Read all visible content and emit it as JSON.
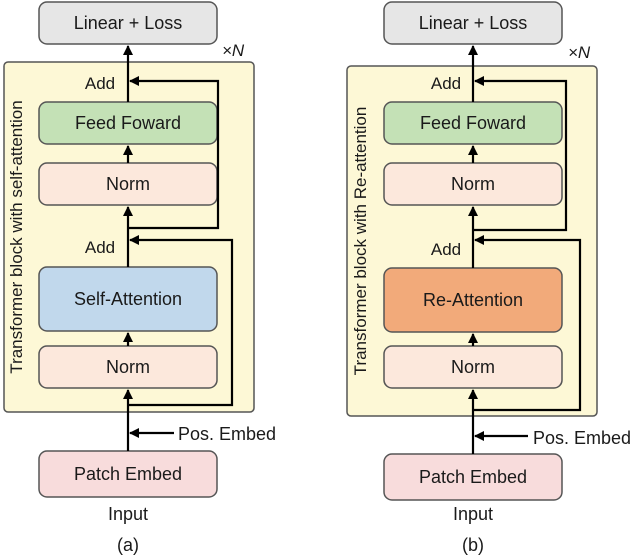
{
  "colors": {
    "panel_fill": "#fdf8d6",
    "linear_loss_fill": "#e6e6e6",
    "norm_fill": "#fce8dc",
    "feed_forward_fill": "#c4e1b6",
    "self_attention_fill": "#c1d8ec",
    "re_attention_fill": "#f2aa7a",
    "patch_embed_fill": "#f8dcdc",
    "stroke": "#555555",
    "arrow": "#000000"
  },
  "panel_a": {
    "linear_loss": "Linear + Loss",
    "repeat_label": "×N",
    "add_top": "Add",
    "feed_forward": "Feed Foward",
    "norm_top": "Norm",
    "add_bottom": "Add",
    "attention": "Self-Attention",
    "norm_bottom": "Norm",
    "side_label": "Transformer block with self-attention",
    "pos_embed": "Pos. Embed",
    "patch_embed": "Patch Embed",
    "input": "Input",
    "caption": "(a)"
  },
  "panel_b": {
    "linear_loss": "Linear + Loss",
    "repeat_label": "×N",
    "add_top": "Add",
    "feed_forward": "Feed Foward",
    "norm_top": "Norm",
    "add_bottom": "Add",
    "attention": "Re-Attention",
    "norm_bottom": "Norm",
    "side_label": "Transformer block with Re-attention",
    "pos_embed": "Pos. Embed",
    "patch_embed": "Patch Embed",
    "input": "Input",
    "caption": "(b)"
  }
}
